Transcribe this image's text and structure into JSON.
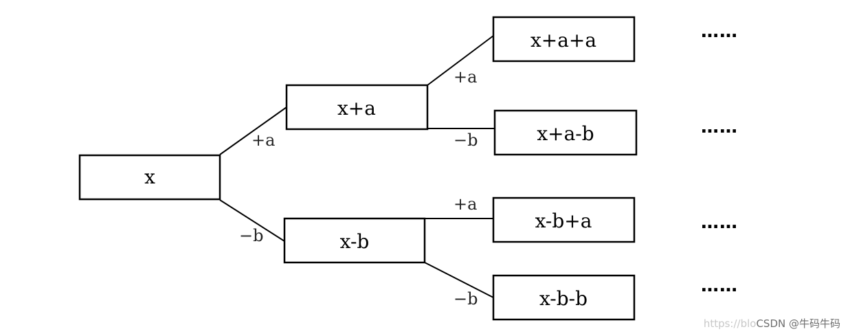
{
  "nodes": {
    "root": "x",
    "plus_a": "x+a",
    "minus_b": "x-b",
    "plus_a_plus_a": "x+a+a",
    "plus_a_minus_b": "x+a-b",
    "minus_b_plus_a": "x-b+a",
    "minus_b_minus_b": "x-b-b"
  },
  "edge_labels": {
    "root_to_plus_a": "+a",
    "root_to_minus_b": "−b",
    "plus_a_to_plus_a_plus_a": "+a",
    "plus_a_to_plus_a_minus_b": "−b",
    "minus_b_to_minus_b_plus_a": "+a",
    "minus_b_to_minus_b_minus_b": "−b"
  },
  "continuation": "……",
  "watermark": {
    "url": "https://blo",
    "brand": "CSDN @牛码牛码"
  }
}
